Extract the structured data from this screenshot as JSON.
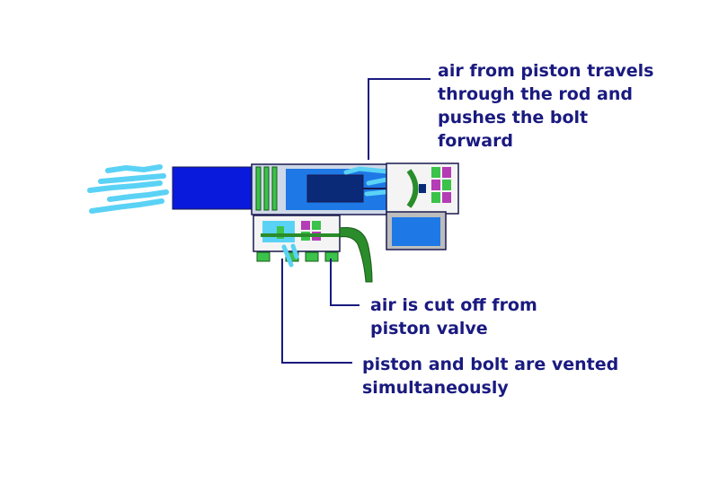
{
  "colors": {
    "text": "#1a1a80",
    "leader": "#1a1a80",
    "body_blue": "#0a1adc",
    "chamber_blue": "#1e78e6",
    "bolt_dark": "#0a2a78",
    "air_cyan": "#5ad2f5",
    "valve_green": "#2a8c2a",
    "part_green": "#3ac24a",
    "port_magenta": "#b43cb4",
    "housing_gray": "#9a9a9a"
  },
  "labels": {
    "rod_lines": [
      "air from piston travels",
      "through the rod and",
      "pushes the bolt",
      "forward"
    ],
    "cutoff_lines": [
      "air is cut off from",
      "piston valve"
    ],
    "vented_lines": [
      "piston and bolt are vented",
      "simultaneously"
    ]
  }
}
